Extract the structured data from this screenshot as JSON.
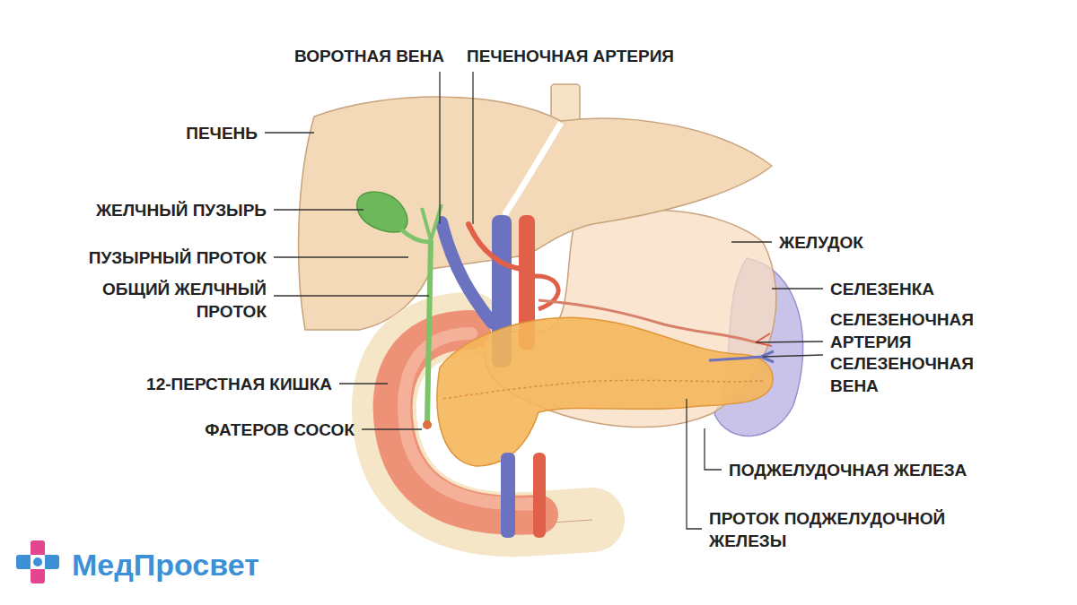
{
  "diagram": {
    "labels": [
      "ВОРОТНАЯ ВЕНА",
      "ПЕЧЕНОЧНАЯ АРТЕРИЯ",
      "ПЕЧЕНЬ",
      "ЖЕЛЧНЫЙ ПУЗЫРЬ",
      "ЖЕЛУДОК",
      "ПУЗЫРНЫЙ ПРОТОК",
      "СЕЛЕЗЕНКА",
      "ОБЩИЙ ЖЕЛЧНЫЙ ПРОТОК",
      "СЕЛЕЗЕНОЧНАЯ АРТЕРИЯ",
      "СЕЛЕЗЕНОЧНАЯ ВЕНА",
      "12-ПЕРСТНАЯ КИШКА",
      "ФАТЕРОВ СОСОК",
      "ПОДЖЕЛУДОЧНАЯ ЖЕЛЕЗА",
      "ПРОТОК ПОДЖЕЛУДОЧНОЙ ЖЕЛЕЗЫ",
      "МедПросвет"
    ]
  }
}
